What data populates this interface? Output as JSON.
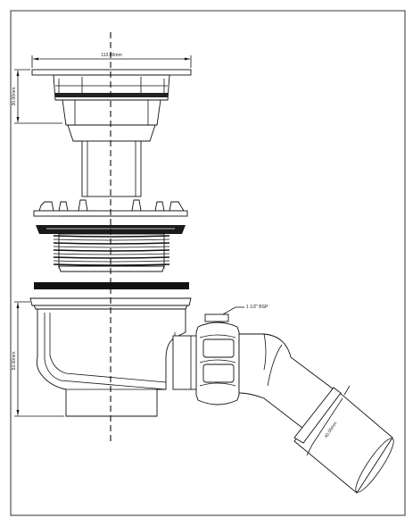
{
  "drawing": {
    "dimensions": {
      "flange_width": "113.00mm",
      "upper_height": "30.00mm",
      "body_height": "53.00mm",
      "outlet_thread": "1 1/2\" BSP",
      "outlet_diameter": "40.00mm"
    }
  }
}
